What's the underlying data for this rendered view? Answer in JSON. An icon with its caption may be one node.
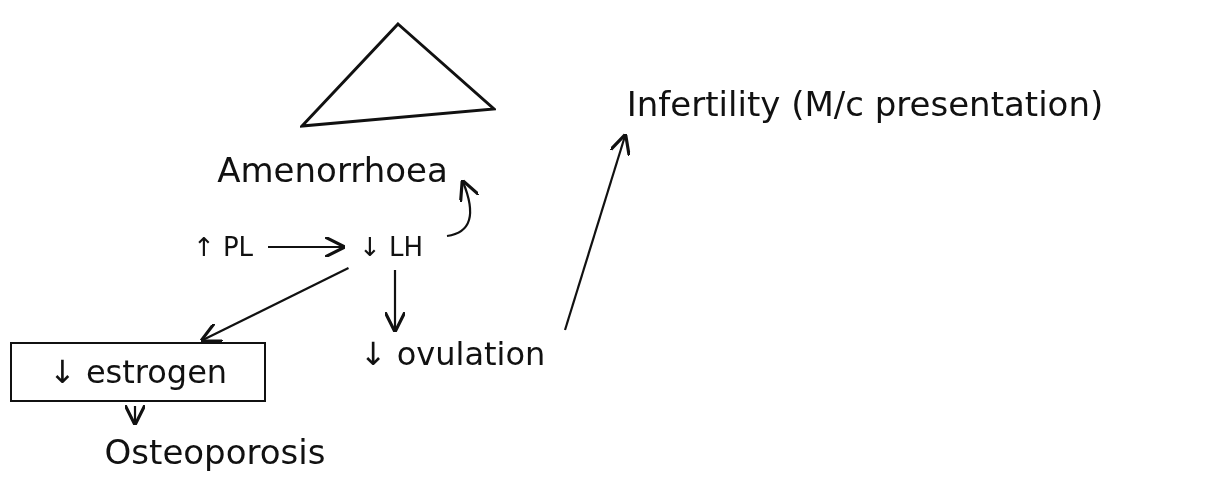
{
  "diagram": {
    "nodes": [
      {
        "text": [],
        "shape": "triangle"
      },
      {
        "text": [
          "Amenorrhoea"
        ]
      },
      {
        "text": [
          "Infertility (M/c presentation)"
        ]
      },
      {
        "text": [
          "↑ PL"
        ]
      },
      {
        "text": [
          "↓ LH"
        ]
      },
      {
        "text": [
          "↓ estrogen"
        ]
      },
      {
        "text": [
          "↓ ovulation"
        ]
      },
      {
        "text": [
          "Osteoporosis"
        ]
      }
    ],
    "edges": [
      {
        "from": 3,
        "to": 4,
        "arrow": "to"
      },
      {
        "from": 4,
        "to": 1,
        "arrow": "to"
      },
      {
        "from": 4,
        "to": 5,
        "arrow": "to"
      },
      {
        "from": 4,
        "to": 6,
        "arrow": "to"
      },
      {
        "from": 6,
        "to": 2,
        "arrow": "to"
      },
      {
        "from": 5,
        "to": 7,
        "arrow": "to"
      }
    ]
  }
}
